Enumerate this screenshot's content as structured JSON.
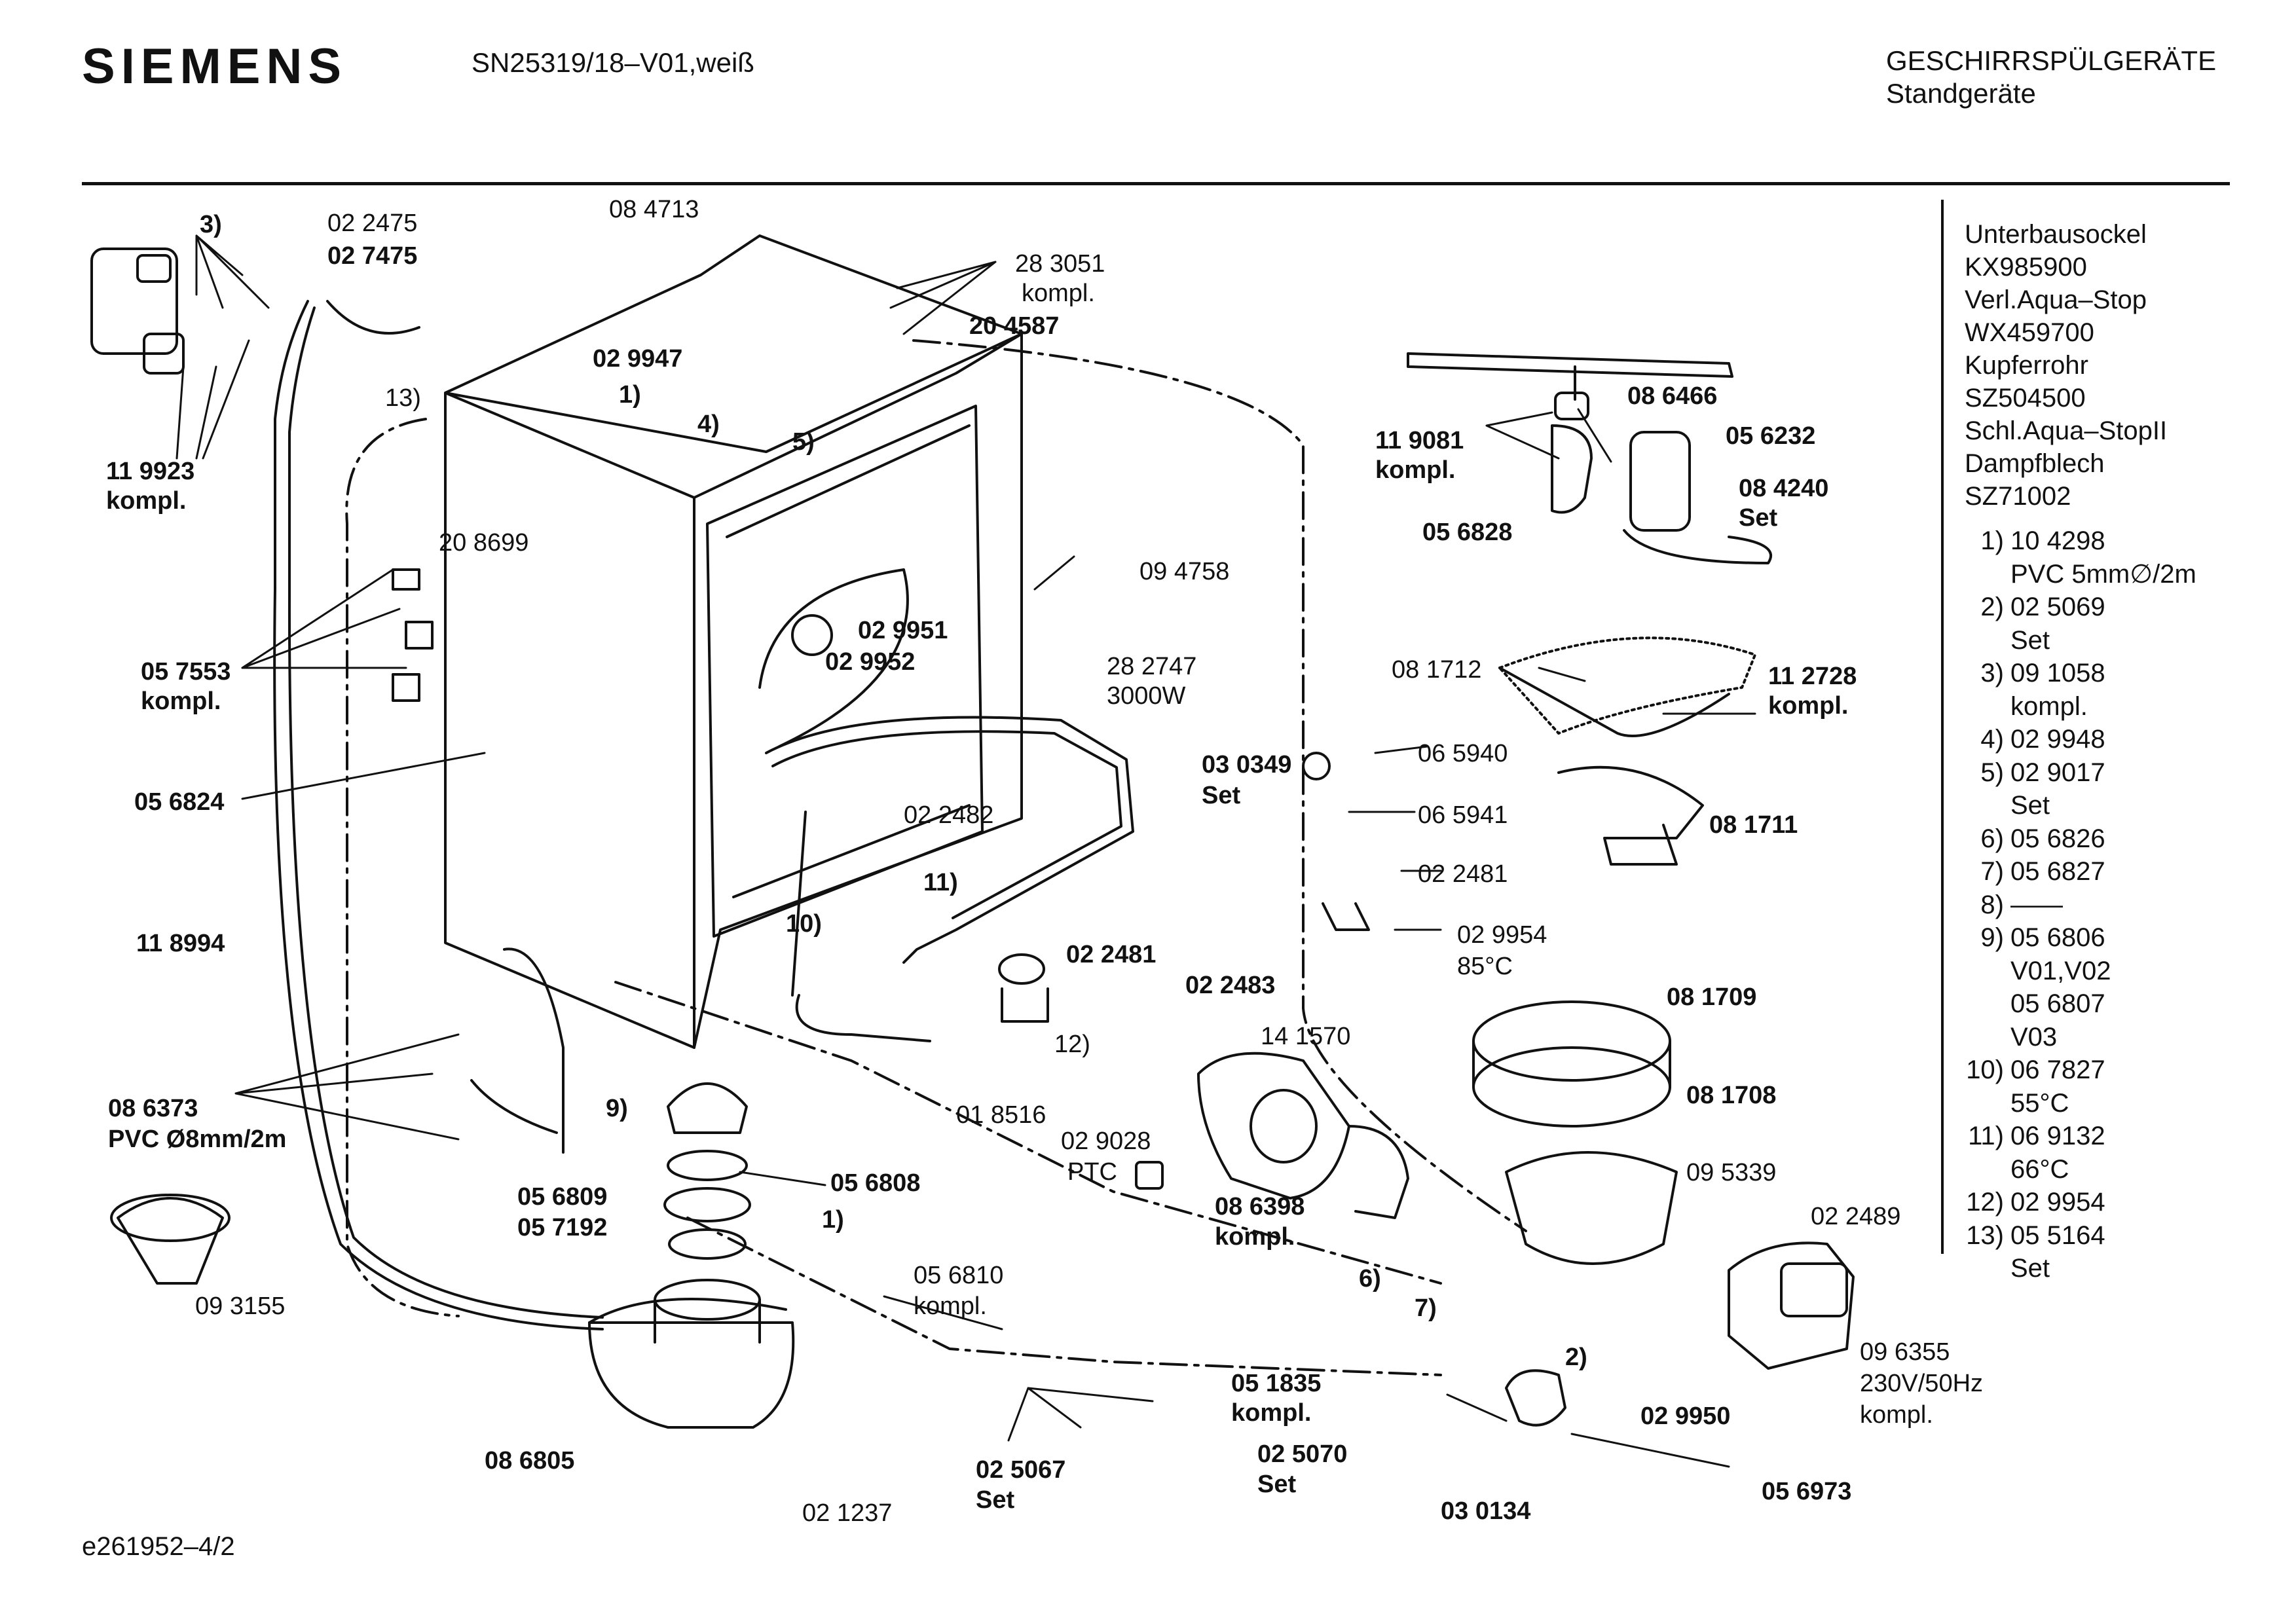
{
  "header": {
    "brand": "SIEMENS",
    "model": "SN25319/18–V01,weiß",
    "category_1": "GESCHIRRSPÜLGERÄTE",
    "category_2": "Standgeräte"
  },
  "side_info": [
    "Unterbausockel",
    "KX985900",
    "Verl.Aqua–Stop",
    "WX459700",
    "Kupferrohr",
    "SZ504500",
    "Schl.Aqua–StopII",
    "Dampfblech",
    "SZ71002"
  ],
  "legend": [
    [
      "1)",
      "10 4298"
    ],
    [
      "",
      "PVC 5mm∅/2m"
    ],
    [
      "2)",
      "02 5069"
    ],
    [
      "",
      "Set"
    ],
    [
      "3)",
      "09 1058"
    ],
    [
      "",
      "kompl."
    ],
    [
      "4)",
      "02 9948"
    ],
    [
      "5)",
      "02 9017"
    ],
    [
      "",
      "Set"
    ],
    [
      "6)",
      "05 6826"
    ],
    [
      "7)",
      "05 6827"
    ],
    [
      "8)",
      "——"
    ],
    [
      "9)",
      "05 6806"
    ],
    [
      "",
      "V01,V02"
    ],
    [
      "",
      "05 6807"
    ],
    [
      "",
      "V03"
    ],
    [
      "10)",
      "06 7827"
    ],
    [
      "",
      "55°C"
    ],
    [
      "11)",
      "06 9132"
    ],
    [
      "",
      "66°C"
    ],
    [
      "12)",
      "02 9954"
    ],
    [
      "13)",
      "05 5164"
    ],
    [
      "",
      "Set"
    ]
  ],
  "footer": "e261952–4/2",
  "labels": [
    {
      "t": "3)",
      "b": true
    },
    {
      "t": "02 2475",
      "b": false
    },
    {
      "t": "02 7475",
      "b": true
    },
    {
      "t": "11 9923",
      "b": true
    },
    {
      "t": "kompl.",
      "b": true
    },
    {
      "t": "13)",
      "b": false
    },
    {
      "t": "08 4713",
      "b": false
    },
    {
      "t": "1)",
      "b": true
    },
    {
      "t": "4)",
      "b": true
    },
    {
      "t": "5)",
      "b": true
    },
    {
      "t": "20 8699",
      "b": false
    },
    {
      "t": "02 9947",
      "b": true
    },
    {
      "t": "28 3051",
      "b": false
    },
    {
      "t": "kompl.",
      "b": false
    },
    {
      "t": "20 4587",
      "b": true
    },
    {
      "t": "05 7553",
      "b": true
    },
    {
      "t": "kompl.",
      "b": true
    },
    {
      "t": "05 6824",
      "b": true
    },
    {
      "t": "02 9951",
      "b": true
    },
    {
      "t": "02 9952",
      "b": true
    },
    {
      "t": "09 4758",
      "b": false
    },
    {
      "t": "28 2747",
      "b": false
    },
    {
      "t": "3000W",
      "b": false
    },
    {
      "t": "11 8994",
      "b": true
    },
    {
      "t": "02 2482",
      "b": false
    },
    {
      "t": "11)",
      "b": true
    },
    {
      "t": "10)",
      "b": true
    },
    {
      "t": "02 2481",
      "b": true
    },
    {
      "t": "12)",
      "b": false
    },
    {
      "t": "01 8516",
      "b": false
    },
    {
      "t": "08 6373",
      "b": true
    },
    {
      "t": "PVC Ø8mm/2m",
      "b": true
    },
    {
      "t": "9)",
      "b": true
    },
    {
      "t": "05 6809",
      "b": true
    },
    {
      "t": "05 7192",
      "b": true
    },
    {
      "t": "05 6808",
      "b": true
    },
    {
      "t": "1)",
      "b": true
    },
    {
      "t": "05 6810",
      "b": false
    },
    {
      "t": "kompl.",
      "b": false
    },
    {
      "t": "09 3155",
      "b": false
    },
    {
      "t": "08 6805",
      "b": true
    },
    {
      "t": "02 1237",
      "b": false
    },
    {
      "t": "05 1835",
      "b": true
    },
    {
      "t": "kompl.",
      "b": true
    },
    {
      "t": "02 5067",
      "b": true
    },
    {
      "t": "Set",
      "b": true
    },
    {
      "t": "02 5070",
      "b": true
    },
    {
      "t": "Set",
      "b": true
    },
    {
      "t": "02 9028",
      "b": false
    },
    {
      "t": "PTC",
      "b": false
    },
    {
      "t": "08 6466",
      "b": true
    },
    {
      "t": "11 9081",
      "b": true
    },
    {
      "t": "kompl.",
      "b": true
    },
    {
      "t": "05 6828",
      "b": true
    },
    {
      "t": "05 6232",
      "b": true
    },
    {
      "t": "08 4240",
      "b": true
    },
    {
      "t": "Set",
      "b": true
    },
    {
      "t": "08 1712",
      "b": false
    },
    {
      "t": "11 2728",
      "b": true
    },
    {
      "t": "kompl.",
      "b": true
    },
    {
      "t": "03 0349",
      "b": true
    },
    {
      "t": "Set",
      "b": true
    },
    {
      "t": "06 5940",
      "b": false
    },
    {
      "t": "06 5941",
      "b": false
    },
    {
      "t": "08 1711",
      "b": true
    },
    {
      "t": "02 2481",
      "b": false
    },
    {
      "t": "02 9954",
      "b": false
    },
    {
      "t": "85°C",
      "b": false
    },
    {
      "t": "02 2483",
      "b": true
    },
    {
      "t": "14 1570",
      "b": false
    },
    {
      "t": "08 1709",
      "b": true
    },
    {
      "t": "08 1708",
      "b": true
    },
    {
      "t": "09 5339",
      "b": false
    },
    {
      "t": "08 6398",
      "b": true
    },
    {
      "t": "kompl.",
      "b": true
    },
    {
      "t": "6)",
      "b": true
    },
    {
      "t": "7)",
      "b": true
    },
    {
      "t": "02 2489",
      "b": false
    },
    {
      "t": "2)",
      "b": true
    },
    {
      "t": "02 9950",
      "b": true
    },
    {
      "t": "09 6355",
      "b": false
    },
    {
      "t": "230V/50Hz",
      "b": false
    },
    {
      "t": "kompl.",
      "b": false
    },
    {
      "t": "03 0134",
      "b": true
    },
    {
      "t": "05 6973",
      "b": true
    }
  ]
}
